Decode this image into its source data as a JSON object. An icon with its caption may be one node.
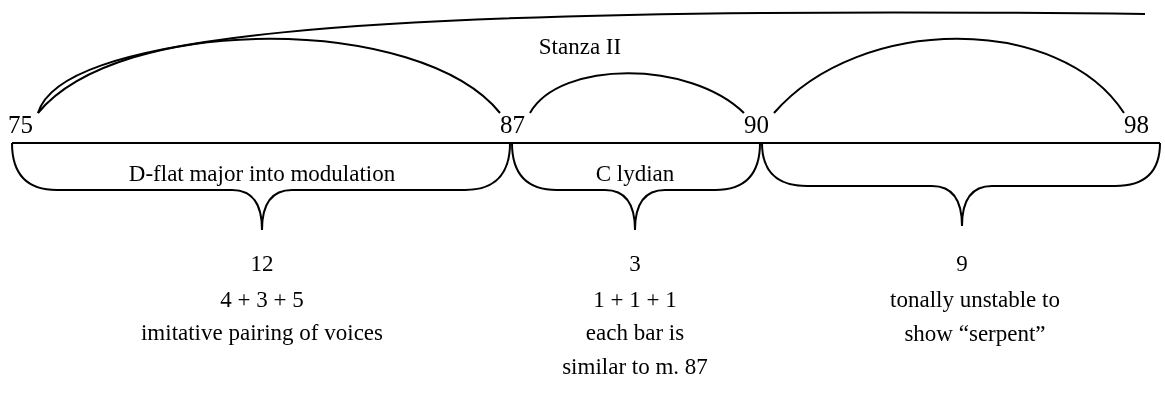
{
  "diagram": {
    "nodes": [
      {
        "text": [
          "75"
        ]
      },
      {
        "text": [
          "87"
        ]
      },
      {
        "text": [
          "90"
        ]
      },
      {
        "text": [
          "98"
        ]
      }
    ],
    "edges": [
      {
        "from": 0,
        "to": null,
        "arrow": "none"
      },
      {
        "from": 0,
        "to": 1,
        "arrow": "none"
      },
      {
        "from": 1,
        "to": 2,
        "arrow": "none"
      },
      {
        "from": 2,
        "to": 3,
        "arrow": "none"
      }
    ],
    "labels": [
      "Stanza II",
      "D-flat major into modulation",
      "C lydian",
      "12",
      "4 + 3 + 5",
      "imitative pairing of voices",
      "3",
      "1 + 1 + 1",
      "each bar is similar to m. 87",
      "9",
      "tonally unstable to show “serpent”"
    ]
  }
}
